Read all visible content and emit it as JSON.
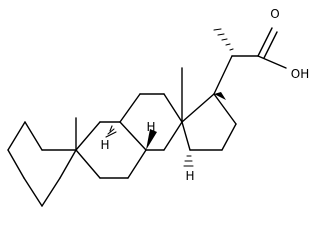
{
  "labels": {
    "oxygen": "O",
    "hydroxyl": "OH",
    "h_9": "H",
    "h_8": "H",
    "h_14": "H"
  },
  "colors": {
    "ink": "#000000",
    "background": "#ffffff"
  }
}
